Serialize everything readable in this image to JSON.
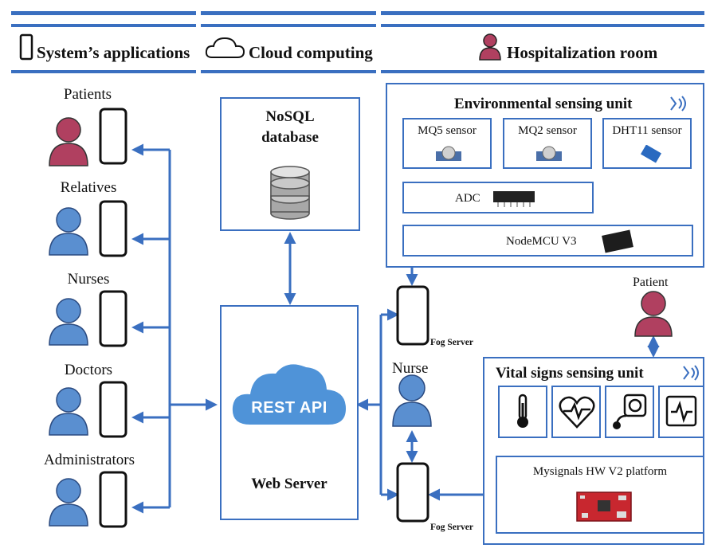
{
  "headers": {
    "apps": "System’s applications",
    "cloud": "Cloud computing",
    "room": "Hospitalization room"
  },
  "users": [
    "Patients",
    "Relatives",
    "Nurses",
    "Doctors",
    "Administrators"
  ],
  "database": {
    "line1": "NoSQL",
    "line2": "database"
  },
  "web_server": {
    "api": "REST API",
    "label": "Web Server"
  },
  "env_unit": {
    "title": "Environmental sensing unit",
    "sensors": [
      "MQ5 sensor",
      "MQ2 sensor",
      "DHT11 sensor"
    ],
    "adc": "ADC",
    "mcu": "NodeMCU V3"
  },
  "fog_server_label": "Fog Server",
  "patient_label": "Patient",
  "nurse_label": "Nurse",
  "vital_unit": {
    "title": "Vital signs sensing unit",
    "platform": "Mysignals HW V2 platform"
  },
  "colors": {
    "accent": "#3a6fc0",
    "person_blue": "#5a8fd0",
    "person_patient": "#b04060"
  }
}
